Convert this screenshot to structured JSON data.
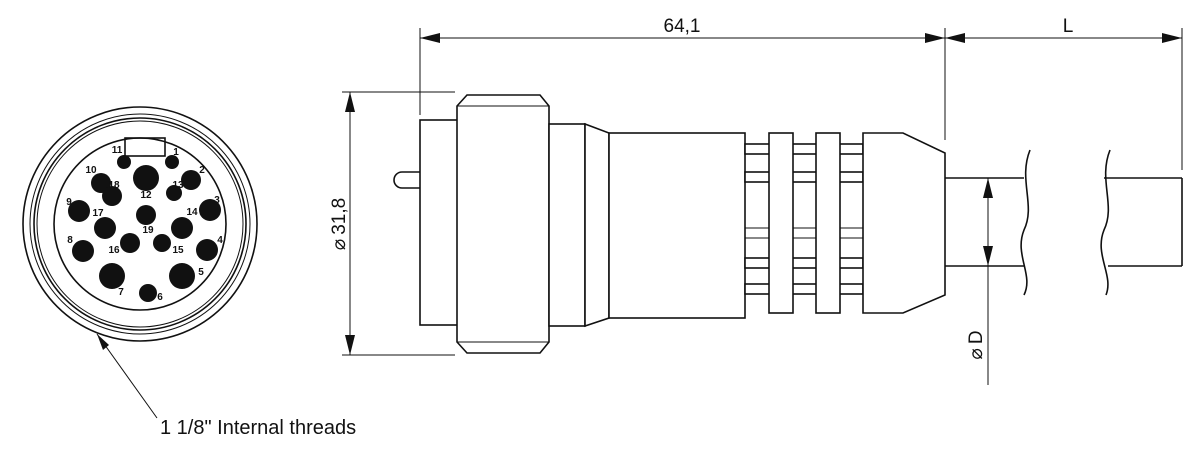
{
  "dimensions": {
    "length": "64,1",
    "cable_length": "L",
    "diameter": "31,8",
    "diameter_symbol": "⌀",
    "cable_diameter": "D"
  },
  "callout": {
    "text": "1 1/8\" Internal threads"
  },
  "pins": [
    {
      "label": "1"
    },
    {
      "label": "2"
    },
    {
      "label": "3"
    },
    {
      "label": "4"
    },
    {
      "label": "5"
    },
    {
      "label": "6"
    },
    {
      "label": "7"
    },
    {
      "label": "8"
    },
    {
      "label": "9"
    },
    {
      "label": "10"
    },
    {
      "label": "11"
    },
    {
      "label": "12"
    },
    {
      "label": "13"
    },
    {
      "label": "14"
    },
    {
      "label": "15"
    },
    {
      "label": "16"
    },
    {
      "label": "17"
    },
    {
      "label": "18"
    },
    {
      "label": "19"
    }
  ]
}
